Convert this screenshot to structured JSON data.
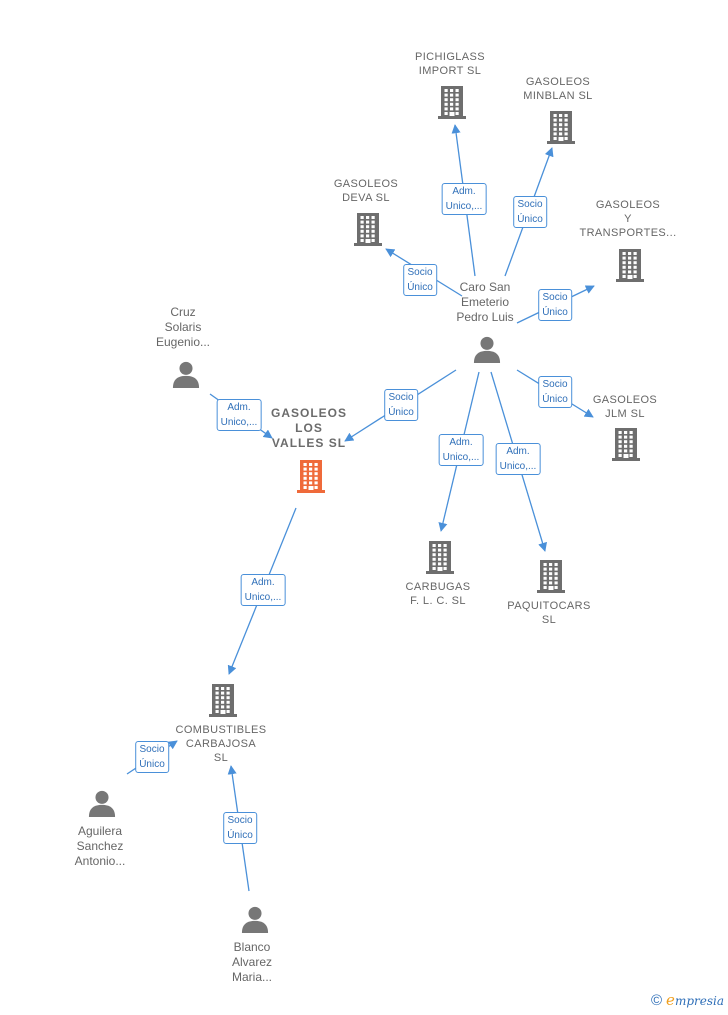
{
  "diagram": {
    "colors": {
      "edge": "#4a90d9",
      "building": "#6e6e6e",
      "focus_building": "#ef6a3a",
      "person": "#777777",
      "label": "#666666"
    },
    "nodes": [
      {
        "id": "pichiglass",
        "type": "company",
        "label": "PICHIGLASS\nIMPORT  SL"
      },
      {
        "id": "minblan",
        "type": "company",
        "label": "GASOLEOS\nMINBLAN  SL"
      },
      {
        "id": "deva",
        "type": "company",
        "label": "GASOLEOS\nDEVA  SL"
      },
      {
        "id": "transportes",
        "type": "company",
        "label": "GASOLEOS\nY\nTRANSPORTES..."
      },
      {
        "id": "caro",
        "type": "person",
        "label": "Caro San\nEmeterio\nPedro Luis"
      },
      {
        "id": "cruz",
        "type": "person",
        "label": "Cruz\nSolaris\nEugenio..."
      },
      {
        "id": "valles",
        "type": "focus",
        "label": "GASOLEOS\nLOS\nVALLES  SL"
      },
      {
        "id": "jlm",
        "type": "company",
        "label": "GASOLEOS\nJLM  SL"
      },
      {
        "id": "carbugas",
        "type": "company",
        "label": "CARBUGAS\nF. L. C.  SL"
      },
      {
        "id": "paquitocars",
        "type": "company",
        "label": "PAQUITOCARS\nSL"
      },
      {
        "id": "carbajosa",
        "type": "company",
        "label": "COMBUSTIBLES\nCARBAJOSA\nSL"
      },
      {
        "id": "aguilera",
        "type": "person",
        "label": "Aguilera\nSanchez\nAntonio..."
      },
      {
        "id": "blanco",
        "type": "person",
        "label": "Blanco\nAlvarez\nMaria..."
      }
    ],
    "edges": [
      {
        "id": "caro-pichiglass",
        "from": "caro",
        "to": "pichiglass",
        "label": "Adm.\nUnico,..."
      },
      {
        "id": "caro-minblan",
        "from": "caro",
        "to": "minblan",
        "label": "Socio\nÚnico"
      },
      {
        "id": "caro-deva",
        "from": "caro",
        "to": "deva",
        "label": "Socio\nÚnico"
      },
      {
        "id": "caro-transportes",
        "from": "caro",
        "to": "transportes",
        "label": "Socio\nÚnico"
      },
      {
        "id": "caro-valles",
        "from": "caro",
        "to": "valles",
        "label": "Socio\nÚnico"
      },
      {
        "id": "caro-jlm",
        "from": "caro",
        "to": "jlm",
        "label": "Socio\nÚnico"
      },
      {
        "id": "caro-carbugas",
        "from": "caro",
        "to": "carbugas",
        "label": "Adm.\nUnico,..."
      },
      {
        "id": "caro-paquitocars",
        "from": "caro",
        "to": "paquitocars",
        "label": "Adm.\nUnico,..."
      },
      {
        "id": "cruz-valles",
        "from": "cruz",
        "to": "valles",
        "label": "Adm.\nUnico,..."
      },
      {
        "id": "valles-carbajosa",
        "from": "valles",
        "to": "carbajosa",
        "label": "Adm.\nUnico,..."
      },
      {
        "id": "aguilera-carbajosa",
        "from": "aguilera",
        "to": "carbajosa",
        "label": "Socio\nÚnico"
      },
      {
        "id": "blanco-carbajosa",
        "from": "blanco",
        "to": "carbajosa",
        "label": "Socio\nÚnico"
      }
    ]
  },
  "footer": {
    "copyright_symbol": "©",
    "brand_initial": "e",
    "brand_rest": "mpresia"
  }
}
